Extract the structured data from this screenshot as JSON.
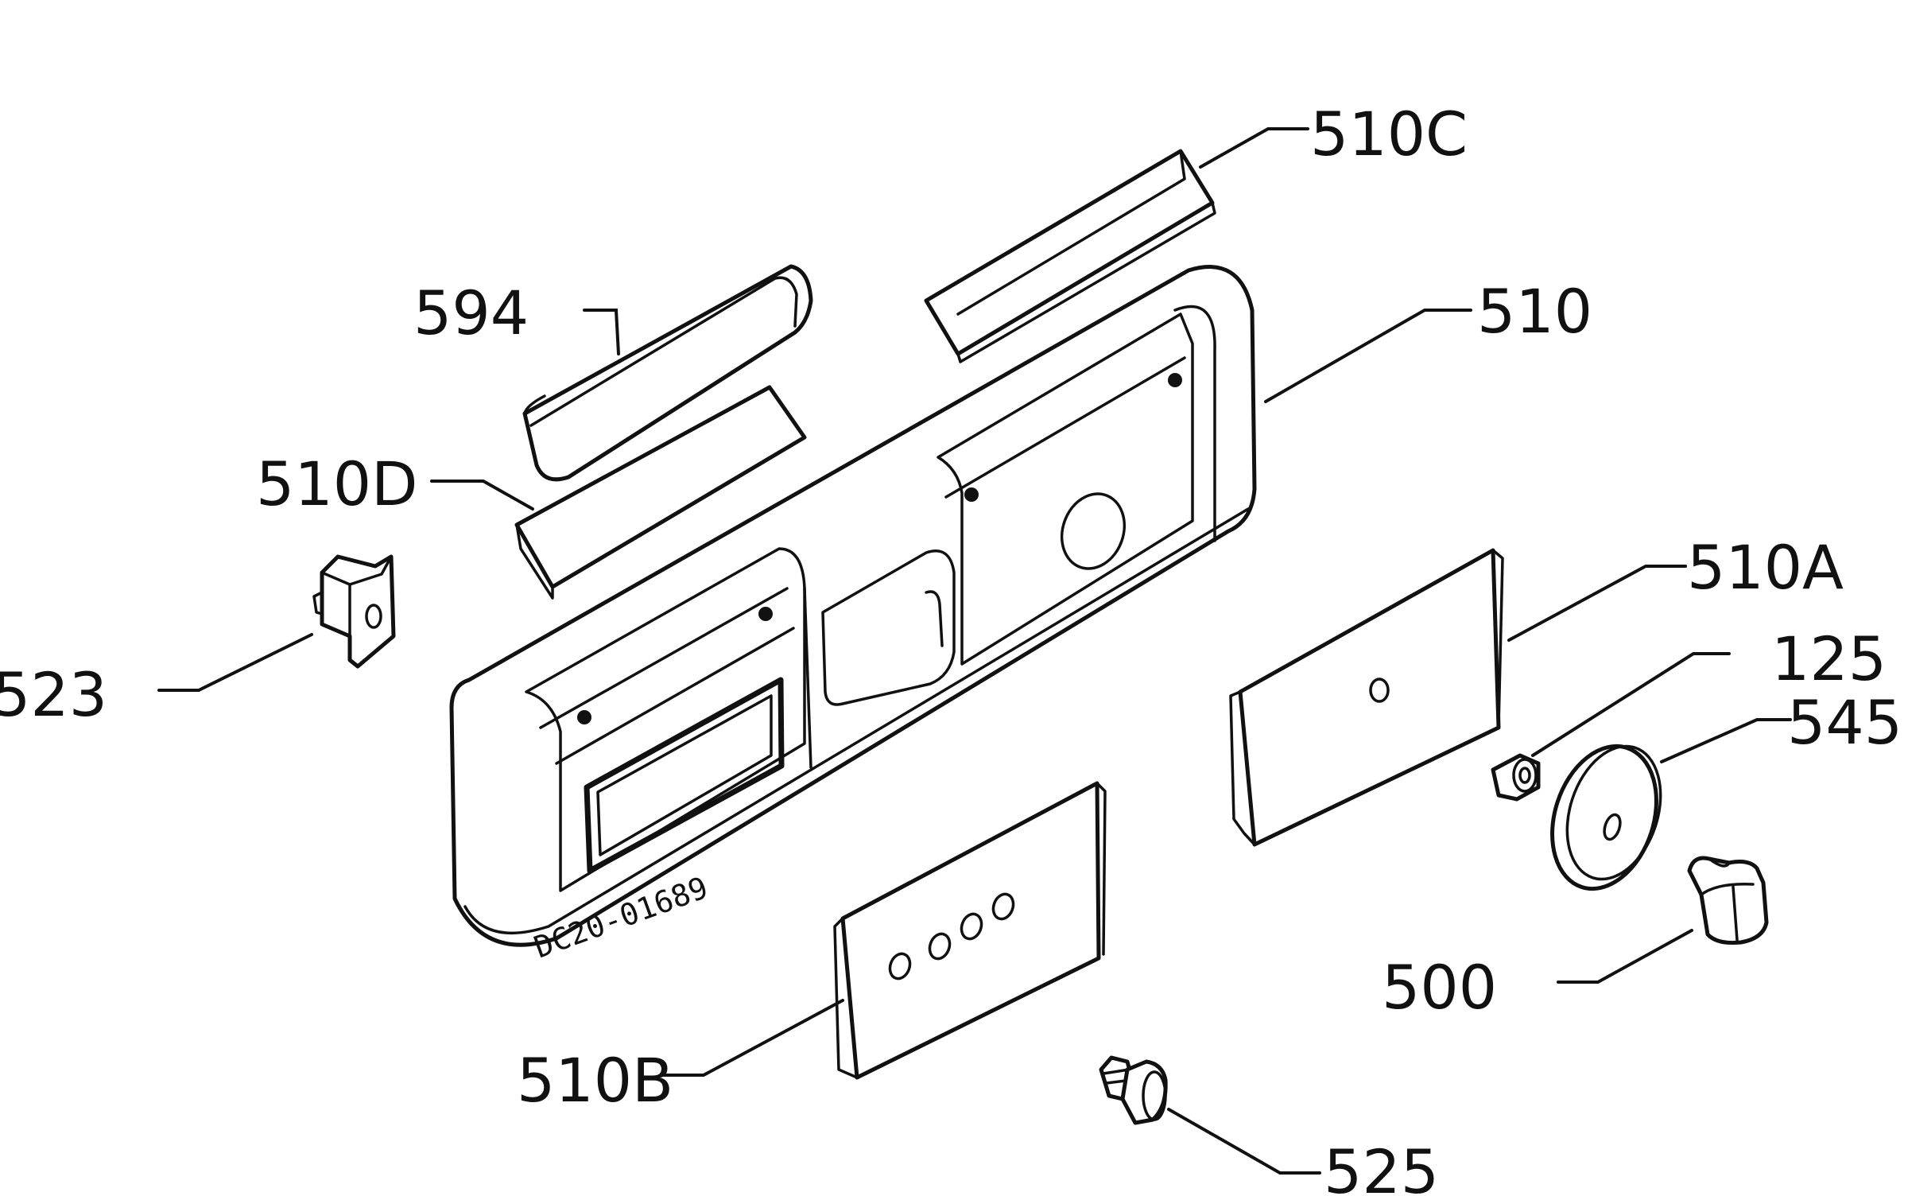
{
  "diagram": {
    "drawing_code": "DC20-01689",
    "labels": {
      "p510c": "510C",
      "p594": "594",
      "p510": "510",
      "p510d": "510D",
      "p523": "523",
      "p510a": "510A",
      "p125": "125",
      "p545": "545",
      "p500": "500",
      "p510b": "510B",
      "p525": "525"
    }
  }
}
